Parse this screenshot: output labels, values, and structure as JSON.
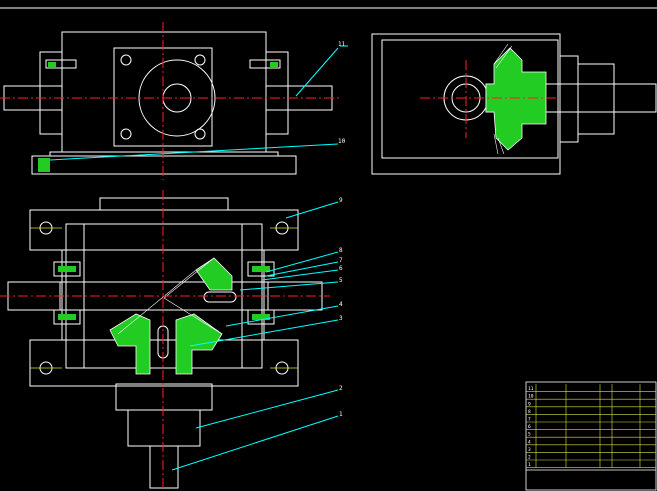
{
  "colors": {
    "background": "#000000",
    "outline": "#ffffff",
    "centerline": "#ff2020",
    "leader": "#00ffff",
    "hatch": "#22cc22",
    "frame": "#ffffff",
    "label": "#ffffff"
  },
  "callouts": {
    "top_view": [
      "11",
      "10"
    ],
    "front_view": [
      "9",
      "8",
      "7",
      "6",
      "5",
      "4",
      "3",
      "2",
      "1"
    ]
  },
  "title_block": {
    "rows": [
      [
        "11",
        "",
        "",
        "",
        "",
        "",
        ""
      ],
      [
        "10",
        "",
        "",
        "",
        "",
        "",
        ""
      ],
      [
        "9",
        "",
        "",
        "",
        "",
        "",
        ""
      ],
      [
        "8",
        "",
        "",
        "",
        "",
        "",
        ""
      ],
      [
        "7",
        "",
        "",
        "",
        "",
        "",
        ""
      ],
      [
        "6",
        "",
        "",
        "",
        "",
        "",
        ""
      ],
      [
        "5",
        "",
        "",
        "",
        "",
        "",
        ""
      ],
      [
        "4",
        "",
        "",
        "",
        "",
        "",
        ""
      ],
      [
        "3",
        "",
        "",
        "",
        "",
        "",
        ""
      ],
      [
        "2",
        "",
        "",
        "",
        "",
        "",
        ""
      ],
      [
        "1",
        "",
        "",
        "",
        "",
        "",
        ""
      ]
    ]
  }
}
